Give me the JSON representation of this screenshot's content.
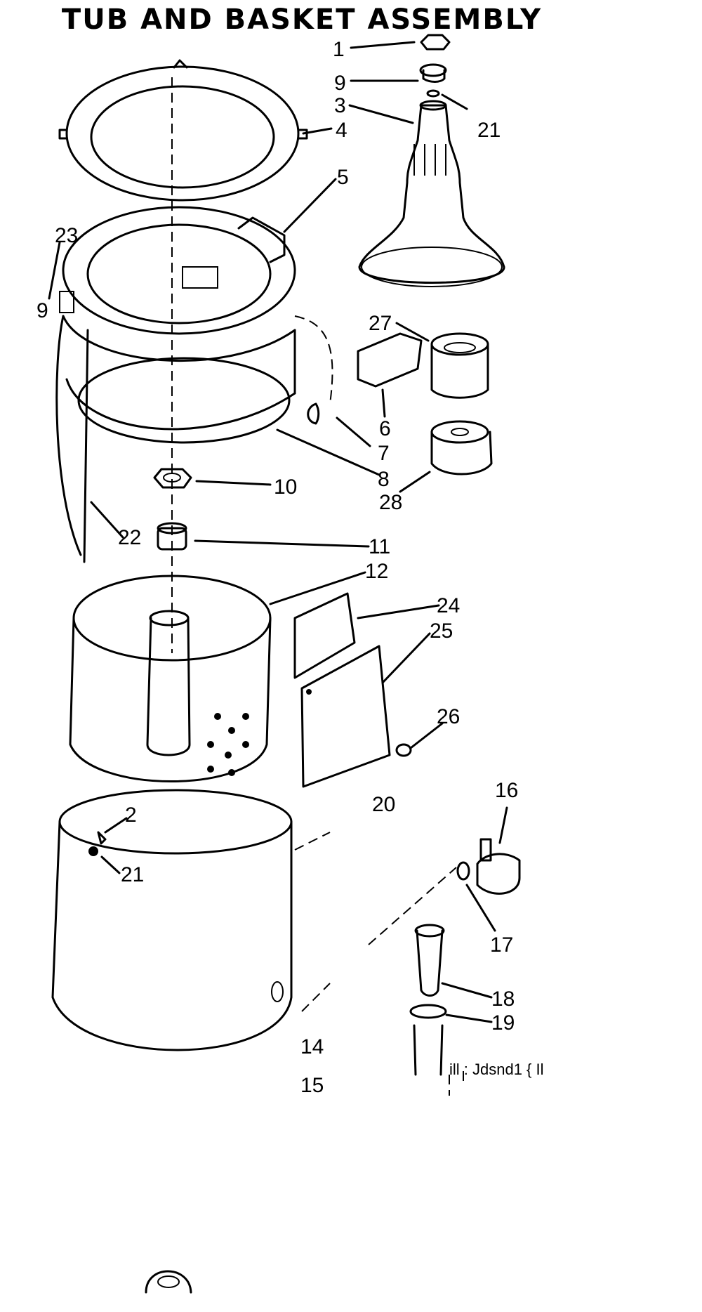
{
  "title": "TUB AND BASKET ASSEMBLY",
  "footer_text": "ill   : Jdsnd1 { Il",
  "callouts": {
    "p1": "1",
    "p9": "9",
    "p3": "3",
    "p21a": "21",
    "p4": "4",
    "p5": "5",
    "p23": "23",
    "p9b": "9",
    "p27": "27",
    "p6": "6",
    "p7": "7",
    "p8": "8",
    "p10": "10",
    "p28": "28",
    "p22": "22",
    "p11": "11",
    "p12": "12",
    "p24": "24",
    "p25": "25",
    "p26": "26",
    "p20": "20",
    "p16": "16",
    "p2": "2",
    "p21b": "21",
    "p17": "17",
    "p18": "18",
    "p19": "19",
    "p14": "14",
    "p15": "15"
  }
}
